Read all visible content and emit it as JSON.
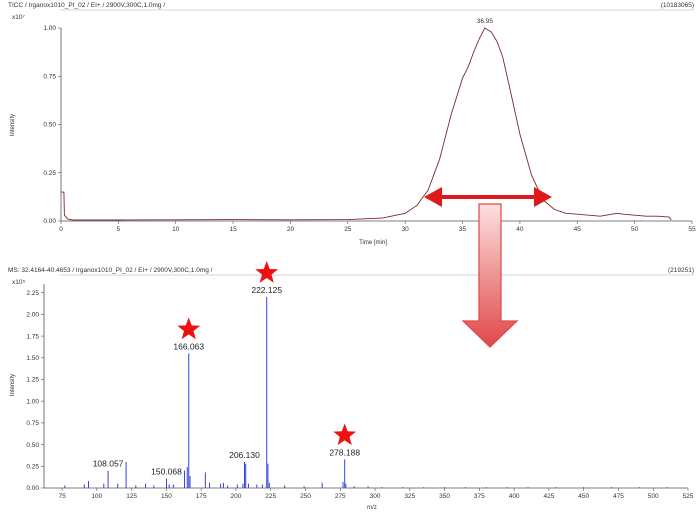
{
  "colors": {
    "tic_trace": "#7a2a2a",
    "ms_bars": "#3344dd",
    "arrow_red": "#e0191a",
    "arrow_gradient_light": "#fde0e0",
    "arrow_gradient_dark": "#e04848",
    "star_red": "#ee1111",
    "axis": "#555555",
    "header_line": "#aaaaaa"
  },
  "top_panel": {
    "header_left": "TICC / Irganox1010_PI_02 / EI+ / 2900V,300C,1.0mg /",
    "header_right": "(10183065)",
    "y_exponent": "x10⁷",
    "ylabel": "Intensity",
    "xlabel": "Time [min]"
  },
  "bottom_panel": {
    "header_left": "MS: 32.4164-40.4653 / Irganox1010_PI_02 / EI+ / 2900V,300C,1.0mg /",
    "header_right": "(219251)",
    "y_exponent": "x10⁵",
    "ylabel": "Intensity",
    "xlabel": "m/z"
  },
  "annotations": {
    "range_arrow": "double-headed arrow spanning 32–42 min",
    "down_arrow": "block arrow pointing down",
    "stars": [
      "star-icon",
      "star-icon",
      "star-icon"
    ]
  },
  "chart_data": [
    {
      "type": "line",
      "title": "TICC / Irganox1010_PI_02 / EI+ / 2900V,300C,1.0mg /",
      "xlabel": "Time [min]",
      "ylabel": "Intensity",
      "xlim": [
        0,
        55
      ],
      "ylim": [
        0,
        1.0
      ],
      "x_ticks": [
        0,
        5,
        10,
        15,
        20,
        25,
        30,
        35,
        40,
        45,
        50,
        55
      ],
      "y_ticks": [
        0.0,
        0.25,
        0.5,
        0.75,
        1.0
      ],
      "y_tick_labels": [
        "0.00",
        "0.25",
        "0.50",
        "0.75",
        "1.00"
      ],
      "series": [
        {
          "x": [
            0,
            0.1,
            0.2,
            0.25,
            0.3,
            0.6,
            1,
            5,
            10,
            15,
            20,
            25,
            28,
            30,
            31,
            32,
            33,
            34,
            35,
            35.5,
            36,
            36.5,
            36.95,
            37.5,
            38,
            38.5,
            39,
            40,
            41,
            42,
            43,
            44,
            45,
            46,
            47,
            48,
            48.5,
            49,
            50,
            51,
            52,
            53,
            53.2
          ],
          "y": [
            0.15,
            0.15,
            0.15,
            0.15,
            0.03,
            0.01,
            0.005,
            0.005,
            0.006,
            0.007,
            0.006,
            0.007,
            0.015,
            0.04,
            0.08,
            0.16,
            0.32,
            0.55,
            0.74,
            0.8,
            0.88,
            0.95,
            1.0,
            0.98,
            0.93,
            0.85,
            0.72,
            0.45,
            0.24,
            0.11,
            0.06,
            0.04,
            0.035,
            0.03,
            0.025,
            0.035,
            0.04,
            0.035,
            0.03,
            0.025,
            0.025,
            0.02,
            0.005
          ]
        }
      ],
      "peak_labels": [
        {
          "x": 36.95,
          "y": 1.0,
          "label": "36.95"
        }
      ],
      "grid": false
    },
    {
      "type": "bar",
      "title": "MS: 32.4164-40.4653 / Irganox1010_PI_02 / EI+ / 2900V,300C,1.0mg /",
      "xlabel": "m/z",
      "ylabel": "Intensity",
      "xlim": [
        62,
        525
      ],
      "ylim": [
        0,
        2.35
      ],
      "x_ticks": [
        75,
        100,
        125,
        150,
        175,
        200,
        225,
        250,
        275,
        300,
        325,
        350,
        375,
        400,
        425,
        450,
        475,
        500,
        525
      ],
      "y_ticks": [
        0.0,
        0.25,
        0.5,
        0.75,
        1.0,
        1.25,
        1.5,
        1.75,
        2.0,
        2.25
      ],
      "y_tick_labels": [
        "0.00",
        "0.25",
        "0.50",
        "0.75",
        "1.00",
        "1.25",
        "1.50",
        "1.75",
        "2.00",
        "2.25"
      ],
      "mz": [
        77,
        91,
        94,
        105,
        108.057,
        115,
        121,
        128,
        135,
        141,
        150.068,
        152,
        155,
        163,
        165,
        166.063,
        167,
        178,
        181,
        189,
        191,
        194,
        201,
        205,
        206.13,
        207,
        209,
        215,
        219,
        222.125,
        223,
        224,
        235,
        249,
        262,
        277,
        278.188,
        279,
        285,
        295,
        305,
        320,
        335,
        350,
        365,
        380,
        395,
        410,
        430,
        450,
        470,
        490,
        510
      ],
      "intensity": [
        0.03,
        0.04,
        0.08,
        0.05,
        0.2,
        0.05,
        0.3,
        0.03,
        0.05,
        0.03,
        0.11,
        0.04,
        0.04,
        0.2,
        0.24,
        1.55,
        0.14,
        0.18,
        0.06,
        0.05,
        0.06,
        0.03,
        0.04,
        0.05,
        0.3,
        0.28,
        0.05,
        0.04,
        0.04,
        2.2,
        0.28,
        0.06,
        0.03,
        0.02,
        0.06,
        0.07,
        0.33,
        0.05,
        0.02,
        0.02,
        0.01,
        0.01,
        0.01,
        0.01,
        0.01,
        0.01,
        0.01,
        0.01,
        0.01,
        0.01,
        0.01,
        0.01,
        0.01
      ],
      "peak_labels": [
        {
          "x": 108.057,
          "y": 0.2,
          "label": "108.057"
        },
        {
          "x": 150.068,
          "y": 0.11,
          "label": "150.068"
        },
        {
          "x": 166.063,
          "y": 1.55,
          "label": "166.063"
        },
        {
          "x": 206.13,
          "y": 0.3,
          "label": "206.130"
        },
        {
          "x": 222.125,
          "y": 2.2,
          "label": "222.125"
        },
        {
          "x": 278.188,
          "y": 0.33,
          "label": "278.188"
        }
      ],
      "starred_peaks": [
        166.063,
        222.125,
        278.188
      ],
      "grid": false
    }
  ]
}
